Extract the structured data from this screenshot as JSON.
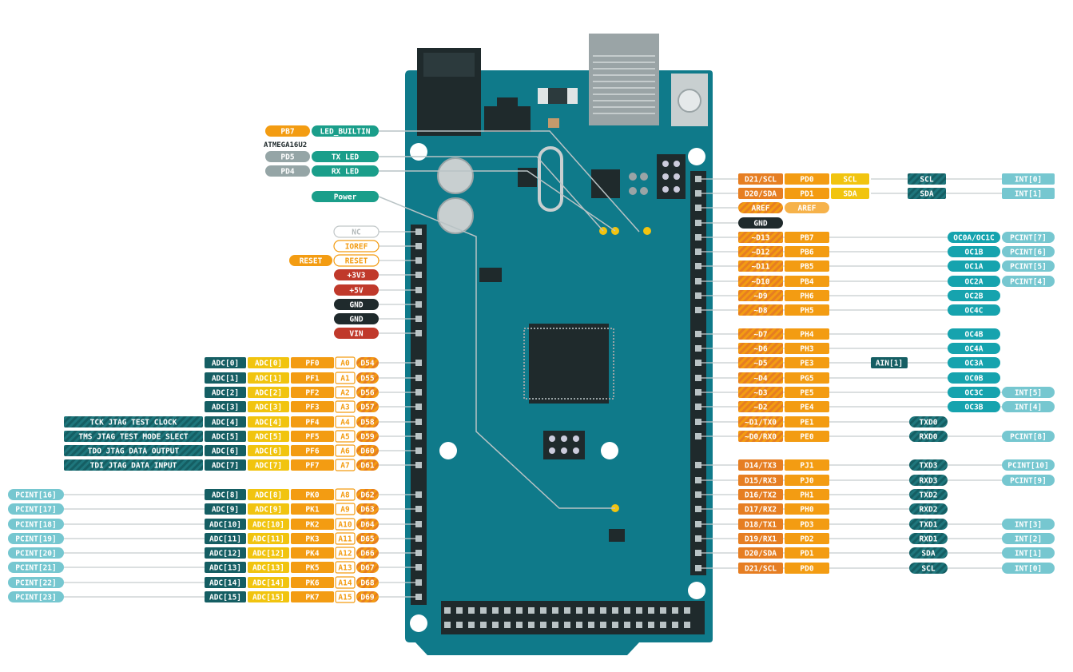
{
  "colors": {
    "board": "#0f7a8a",
    "board_dark": "#0b5f6c",
    "orange": "#f39c12",
    "orange_light": "#f6b24a",
    "yellow": "#f1c40f",
    "green": "#1a9e8a",
    "gray": "#95a5a6",
    "dark_teal": "#155e63",
    "teal": "#16a3ae",
    "light_teal": "#76c7d0",
    "red": "#c0392b",
    "black": "#1f2a2c",
    "white": "#ffffff"
  },
  "board": {
    "atmega_label": "ATMEGA16U2"
  },
  "top_left_labels": [
    {
      "row": 0,
      "cells": [
        {
          "text": "PB7",
          "style": "orange"
        },
        {
          "text": "LED_BUILTIN",
          "style": "green"
        }
      ]
    },
    {
      "row": 1,
      "cells": [
        {
          "text": "PD5",
          "style": "gray"
        },
        {
          "text": "TX LED",
          "style": "green"
        }
      ]
    },
    {
      "row": 2,
      "cells": [
        {
          "text": "PD4",
          "style": "gray"
        },
        {
          "text": "RX LED",
          "style": "green"
        }
      ]
    },
    {
      "row": 3,
      "cells": [
        {
          "text": "Power",
          "style": "green"
        }
      ]
    }
  ],
  "power_header": [
    {
      "text": "NC",
      "style": "outline_gray"
    },
    {
      "text": "IOREF",
      "style": "outline_orange"
    },
    {
      "text": "RESET",
      "style": "outline_orange",
      "extra": "RESET"
    },
    {
      "text": "+3V3",
      "style": "red"
    },
    {
      "text": "+5V",
      "style": "red"
    },
    {
      "text": "GND",
      "style": "black"
    },
    {
      "text": "GND",
      "style": "black"
    },
    {
      "text": "VIN",
      "style": "red"
    }
  ],
  "analog_left": [
    {
      "jtag": "",
      "adc_dark": "ADC[0]",
      "adc_yellow": "ADC[0]",
      "port": "PF0",
      "a": "A0",
      "d": "D54"
    },
    {
      "jtag": "",
      "adc_dark": "ADC[1]",
      "adc_yellow": "ADC[1]",
      "port": "PF1",
      "a": "A1",
      "d": "D55"
    },
    {
      "jtag": "",
      "adc_dark": "ADC[2]",
      "adc_yellow": "ADC[2]",
      "port": "PF2",
      "a": "A2",
      "d": "D56"
    },
    {
      "jtag": "",
      "adc_dark": "ADC[3]",
      "adc_yellow": "ADC[3]",
      "port": "PF3",
      "a": "A3",
      "d": "D57"
    },
    {
      "jtag": "TCK JTAG TEST CLOCK",
      "adc_dark": "ADC[4]",
      "adc_yellow": "ADC[4]",
      "port": "PF4",
      "a": "A4",
      "d": "D58"
    },
    {
      "jtag": "TMS JTAG TEST MODE SLECT",
      "adc_dark": "ADC[5]",
      "adc_yellow": "ADC[5]",
      "port": "PF5",
      "a": "A5",
      "d": "D59"
    },
    {
      "jtag": "TDO JTAG DATA OUTPUT",
      "adc_dark": "ADC[6]",
      "adc_yellow": "ADC[6]",
      "port": "PF6",
      "a": "A6",
      "d": "D60"
    },
    {
      "jtag": "TDI JTAG DATA INPUT",
      "adc_dark": "ADC[7]",
      "adc_yellow": "ADC[7]",
      "port": "PF7",
      "a": "A7",
      "d": "D61"
    }
  ],
  "analog_left2": [
    {
      "pcint": "PCINT[16]",
      "adc_dark": "ADC[8]",
      "adc_yellow": "ADC[8]",
      "port": "PK0",
      "a": "A8",
      "d": "D62"
    },
    {
      "pcint": "PCINT[17]",
      "adc_dark": "ADC[9]",
      "adc_yellow": "ADC[9]",
      "port": "PK1",
      "a": "A9",
      "d": "D63"
    },
    {
      "pcint": "PCINT[18]",
      "adc_dark": "ADC[10]",
      "adc_yellow": "ADC[10]",
      "port": "PK2",
      "a": "A10",
      "d": "D64"
    },
    {
      "pcint": "PCINT[19]",
      "adc_dark": "ADC[11]",
      "adc_yellow": "ADC[11]",
      "port": "PK3",
      "a": "A11",
      "d": "D65"
    },
    {
      "pcint": "PCINT[20]",
      "adc_dark": "ADC[12]",
      "adc_yellow": "ADC[12]",
      "port": "PK4",
      "a": "A12",
      "d": "D66"
    },
    {
      "pcint": "PCINT[21]",
      "adc_dark": "ADC[13]",
      "adc_yellow": "ADC[13]",
      "port": "PK5",
      "a": "A13",
      "d": "D67"
    },
    {
      "pcint": "PCINT[22]",
      "adc_dark": "ADC[14]",
      "adc_yellow": "ADC[14]",
      "port": "PK6",
      "a": "A14",
      "d": "D68"
    },
    {
      "pcint": "PCINT[23]",
      "adc_dark": "ADC[15]",
      "adc_yellow": "ADC[15]",
      "port": "PK7",
      "a": "A15",
      "d": "D69"
    }
  ],
  "right_top": [
    {
      "pin": "D21/SCL",
      "port": "PD0",
      "func": "SCL",
      "periph": "SCL",
      "intr": "INT[0]",
      "pin_style": "orange_dark"
    },
    {
      "pin": "D20/SDA",
      "port": "PD1",
      "func": "SDA",
      "periph": "SDA",
      "intr": "INT[1]",
      "pin_style": "orange_dark"
    },
    {
      "pin": "AREF",
      "port": "AREF",
      "func": "",
      "periph": "",
      "intr": "",
      "pin_style": "orange_stripe",
      "port_style": "orange_light"
    },
    {
      "pin": "GND",
      "port": "",
      "func": "",
      "periph": "",
      "intr": "",
      "pin_style": "black"
    }
  ],
  "right_pwm": [
    {
      "pin": "~D13",
      "port": "PB7",
      "oc": "OC0A/OC1C",
      "pcint": "PCINT[7]",
      "ain": ""
    },
    {
      "pin": "~D12",
      "port": "PB6",
      "oc": "OC1B",
      "pcint": "PCINT[6]",
      "ain": ""
    },
    {
      "pin": "~D11",
      "port": "PB5",
      "oc": "OC1A",
      "pcint": "PCINT[5]",
      "ain": ""
    },
    {
      "pin": "~D10",
      "port": "PB4",
      "oc": "OC2A",
      "pcint": "PCINT[4]",
      "ain": ""
    },
    {
      "pin": "~D9",
      "port": "PH6",
      "oc": "OC2B",
      "pcint": "",
      "ain": ""
    },
    {
      "pin": "~D8",
      "port": "PH5",
      "oc": "OC4C",
      "pcint": "",
      "ain": ""
    }
  ],
  "right_pwm2": [
    {
      "pin": "~D7",
      "port": "PH4",
      "oc": "OC4B",
      "extra": "",
      "ain": ""
    },
    {
      "pin": "~D6",
      "port": "PH3",
      "oc": "OC4A",
      "extra": "",
      "ain": ""
    },
    {
      "pin": "~D5",
      "port": "PE3",
      "oc": "OC3A",
      "extra": "",
      "ain": "AIN[1]"
    },
    {
      "pin": "~D4",
      "port": "PG5",
      "oc": "OC0B",
      "extra": "",
      "ain": ""
    },
    {
      "pin": "~D3",
      "port": "PE5",
      "oc": "OC3C",
      "extra": "INT[5]",
      "ain": ""
    },
    {
      "pin": "~D2",
      "port": "PE4",
      "oc": "OC3B",
      "extra": "INT[4]",
      "ain": ""
    },
    {
      "pin": "~D1/TX0",
      "port": "PE1",
      "oc": "",
      "uart": "TXD0",
      "extra": "",
      "ain": ""
    },
    {
      "pin": "~D0/RX0",
      "port": "PE0",
      "oc": "",
      "uart": "RXD0",
      "extra": "PCINT[8]",
      "ain": ""
    }
  ],
  "right_comm": [
    {
      "pin": "D14/TX3",
      "port": "PJ1",
      "uart": "TXD3",
      "extra": "PCINT[10]"
    },
    {
      "pin": "D15/RX3",
      "port": "PJ0",
      "uart": "RXD3",
      "extra": "PCINT[9]"
    },
    {
      "pin": "D16/TX2",
      "port": "PH1",
      "uart": "TXD2",
      "extra": ""
    },
    {
      "pin": "D17/RX2",
      "port": "PH0",
      "uart": "RXD2",
      "extra": ""
    },
    {
      "pin": "D18/TX1",
      "port": "PD3",
      "uart": "TXD1",
      "extra": "INT[3]"
    },
    {
      "pin": "D19/RX1",
      "port": "PD2",
      "uart": "RXD1",
      "extra": "INT[2]"
    },
    {
      "pin": "D20/SDA",
      "port": "PD1",
      "uart": "SDA",
      "extra": "INT[1]"
    },
    {
      "pin": "D21/SCL",
      "port": "PD0",
      "uart": "SCL",
      "extra": "INT[0]"
    }
  ]
}
